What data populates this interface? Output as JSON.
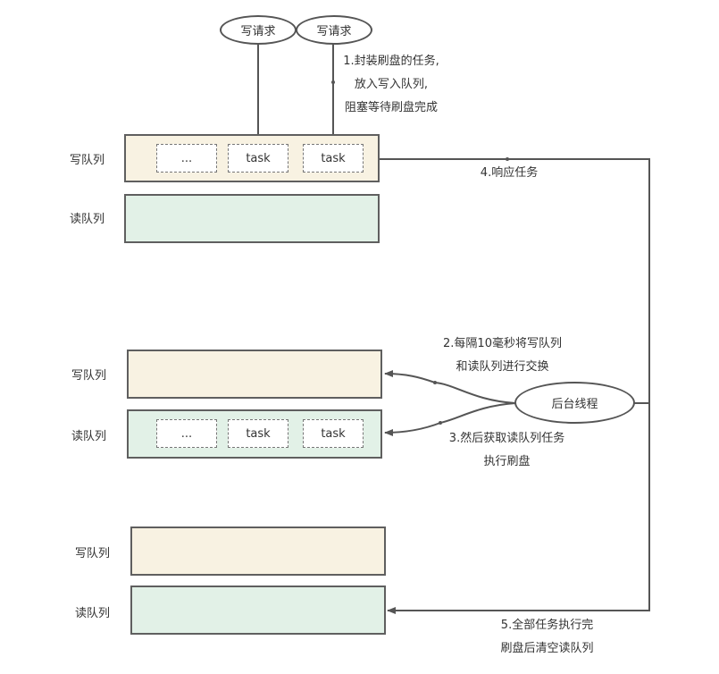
{
  "requests": [
    "写请求",
    "写请求"
  ],
  "background_thread": "后台线程",
  "sections": [
    {
      "write_label": "写队列",
      "read_label": "读队列",
      "write_tasks": [
        "...",
        "task",
        "task"
      ],
      "read_tasks": []
    },
    {
      "write_label": "写队列",
      "read_label": "读队列",
      "write_tasks": [],
      "read_tasks": [
        "...",
        "task",
        "task"
      ]
    },
    {
      "write_label": "写队列",
      "read_label": "读队列",
      "write_tasks": [],
      "read_tasks": []
    }
  ],
  "annotations": {
    "step1": [
      "1.封装刷盘的任务,",
      "放入写入队列,",
      "阻塞等待刷盘完成"
    ],
    "step2": [
      "2.每隔10毫秒将写队列",
      "和读队列进行交换"
    ],
    "step3": [
      "3.然后获取读队列任务",
      "执行刷盘"
    ],
    "step4": [
      "4.响应任务"
    ],
    "step5": [
      "5.全部任务执行完",
      "刷盘后清空读队列"
    ]
  },
  "colors": {
    "write_queue_fill": "#f8f2e2",
    "read_queue_fill": "#e2f1e7",
    "border": "#5f5f5f",
    "arrow": "#555555"
  }
}
